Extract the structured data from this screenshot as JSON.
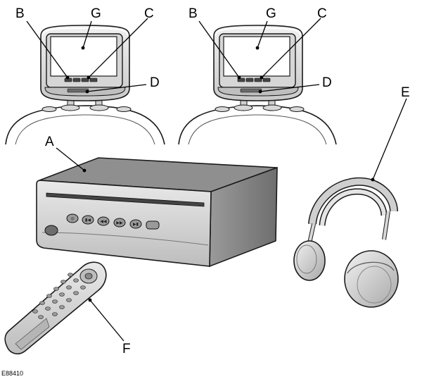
{
  "callouts": {
    "left_b": "B",
    "left_g": "G",
    "left_c": "C",
    "left_d": "D",
    "right_b": "B",
    "right_g": "G",
    "right_c": "C",
    "right_d": "D",
    "a": "A",
    "e": "E",
    "f": "F"
  },
  "figure_id": "E88410",
  "colors": {
    "outline": "#1a1a1a",
    "light_gray": "#e6e6e6",
    "mid_gray": "#cfcfcf",
    "dark_gray": "#8c8c8c",
    "leader": "#000000"
  }
}
